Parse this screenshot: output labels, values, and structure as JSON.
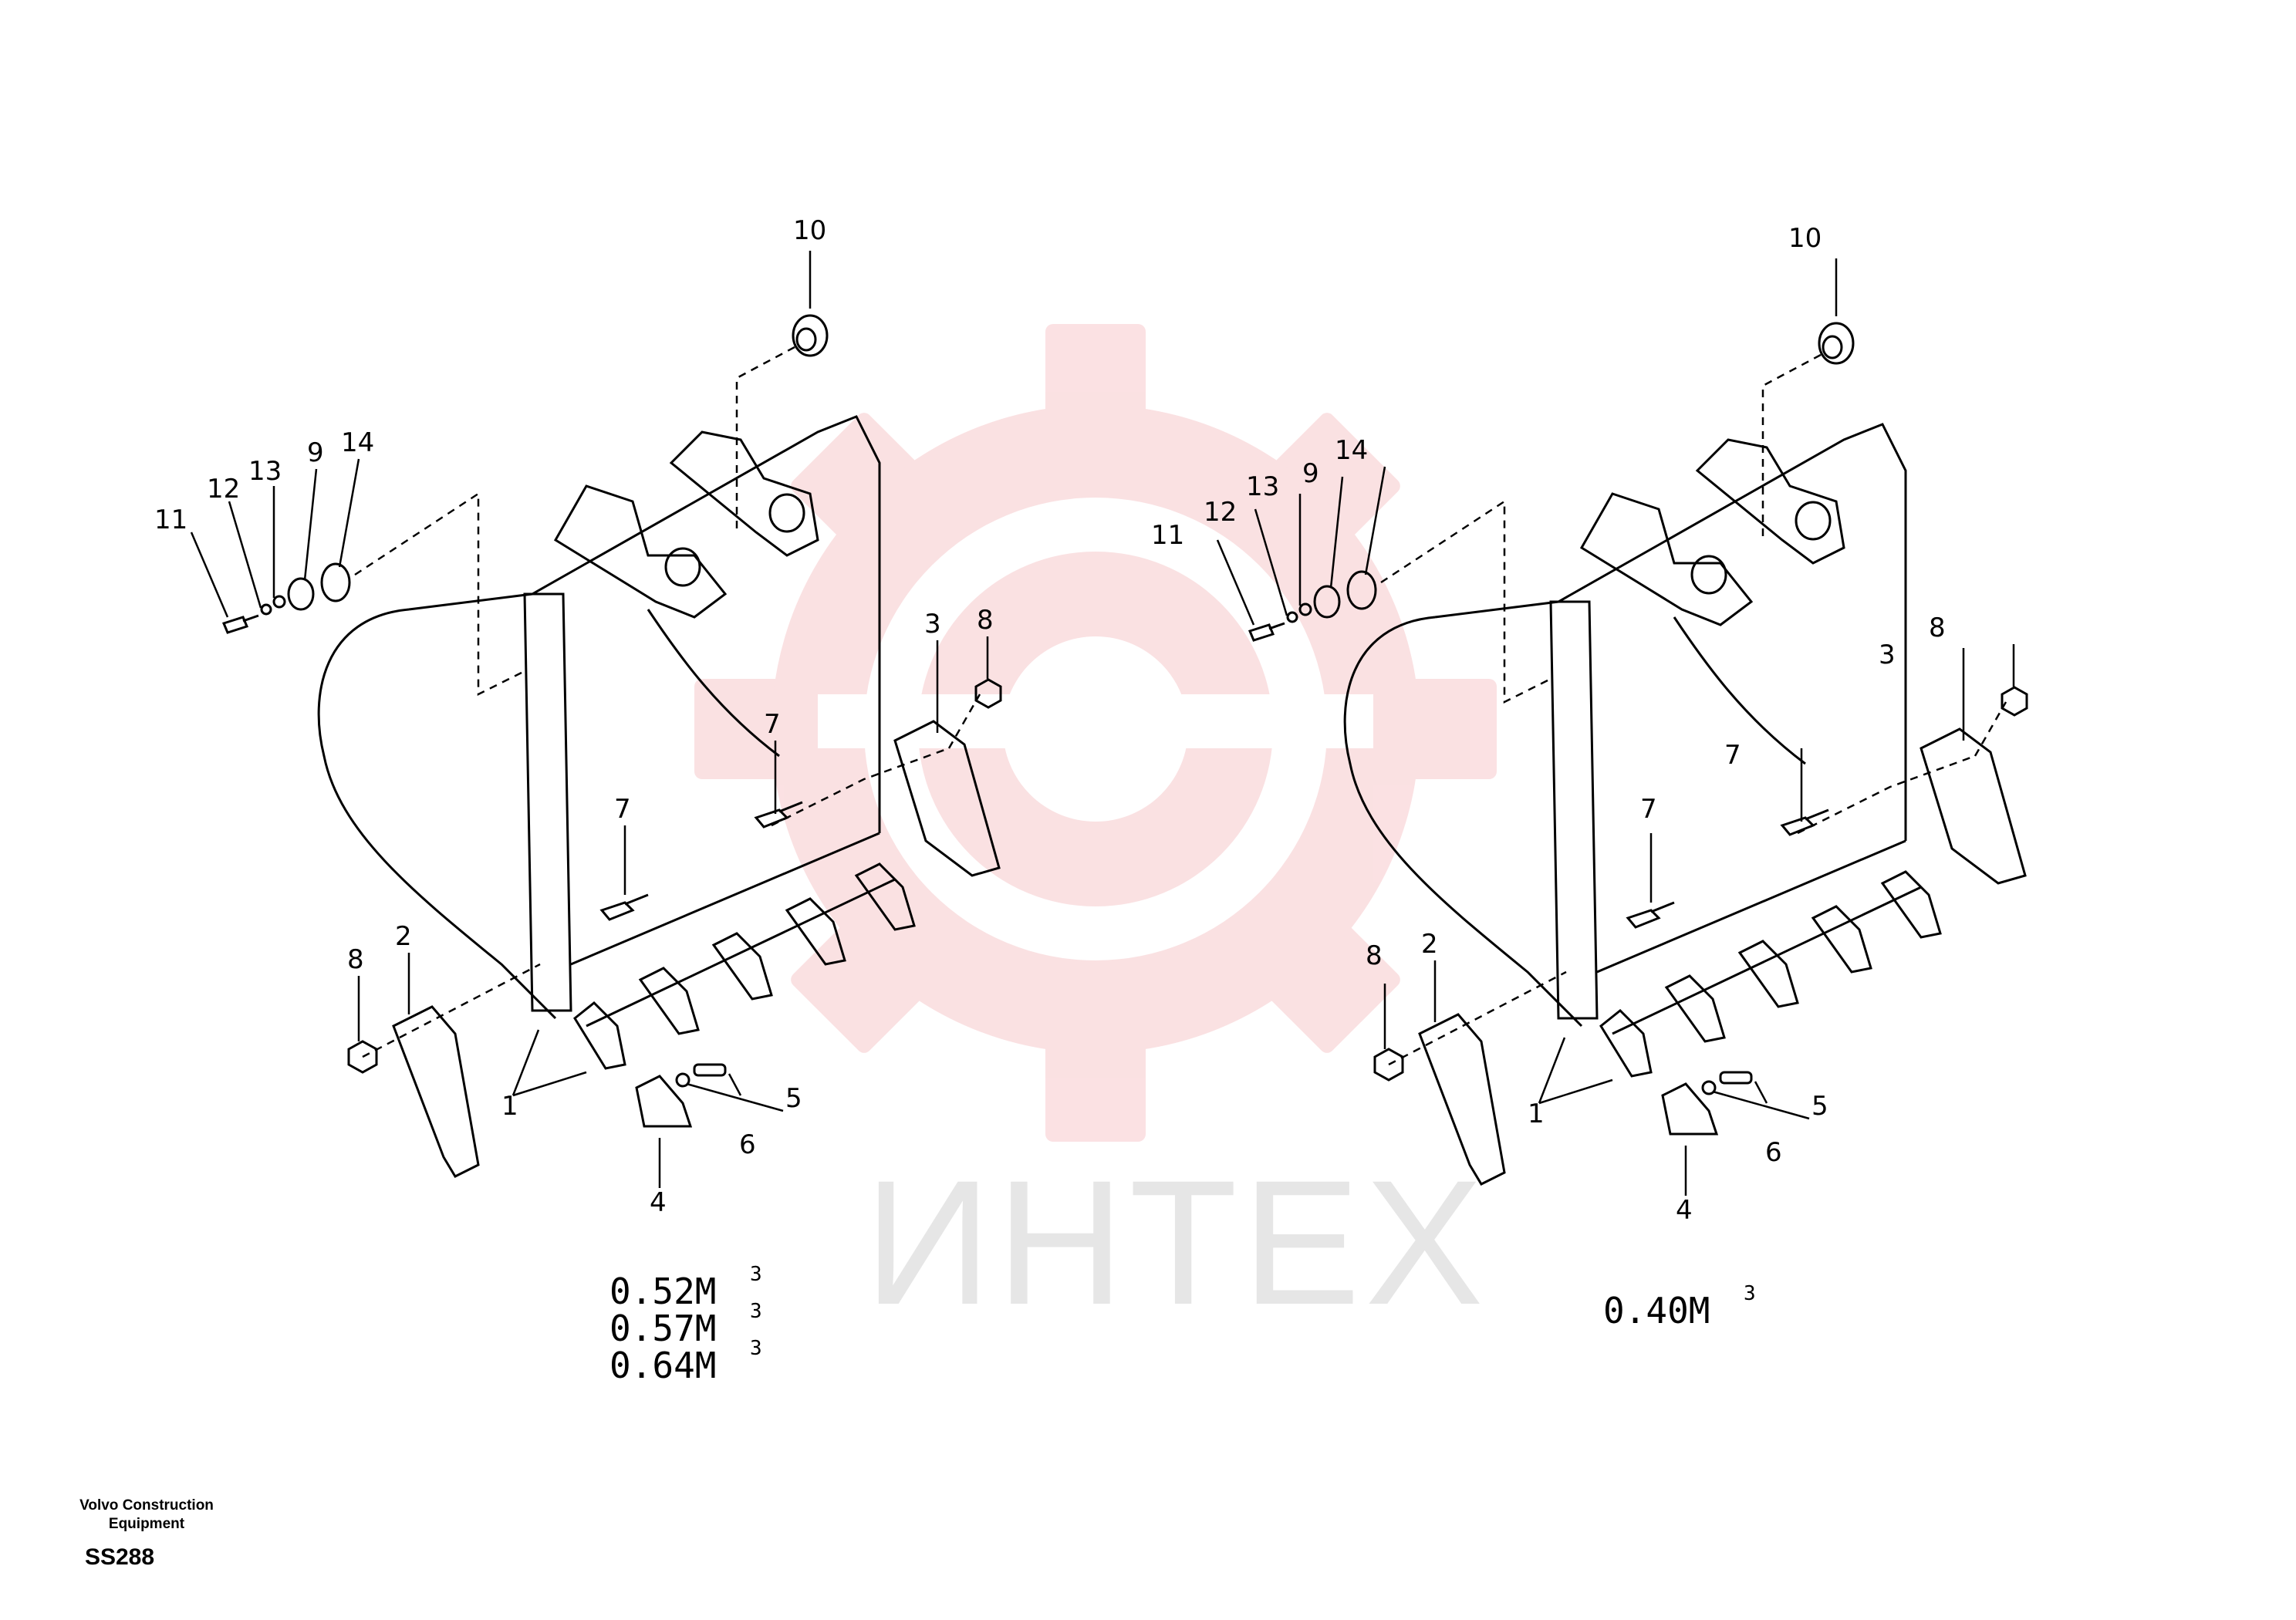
{
  "watermark": {
    "text": "ИНТЕХ",
    "color": "#f7c9cc"
  },
  "assemblies": [
    {
      "id": "large",
      "capacities": [
        "0.52M",
        "0.57M",
        "0.64M"
      ],
      "capacity_superscript": "3",
      "callouts": [
        "1",
        "2",
        "3",
        "4",
        "5",
        "6",
        "7",
        "7",
        "8",
        "8",
        "9",
        "10",
        "11",
        "12",
        "13",
        "14"
      ]
    },
    {
      "id": "small",
      "capacities": [
        "0.40M"
      ],
      "capacity_superscript": "3",
      "callouts": [
        "1",
        "2",
        "3",
        "4",
        "5",
        "6",
        "7",
        "7",
        "8",
        "8",
        "9",
        "10",
        "11",
        "12",
        "13",
        "14"
      ]
    }
  ],
  "footer": {
    "maker_line1": "Volvo Construction",
    "maker_line2": "Equipment",
    "page_code": "SS288"
  }
}
